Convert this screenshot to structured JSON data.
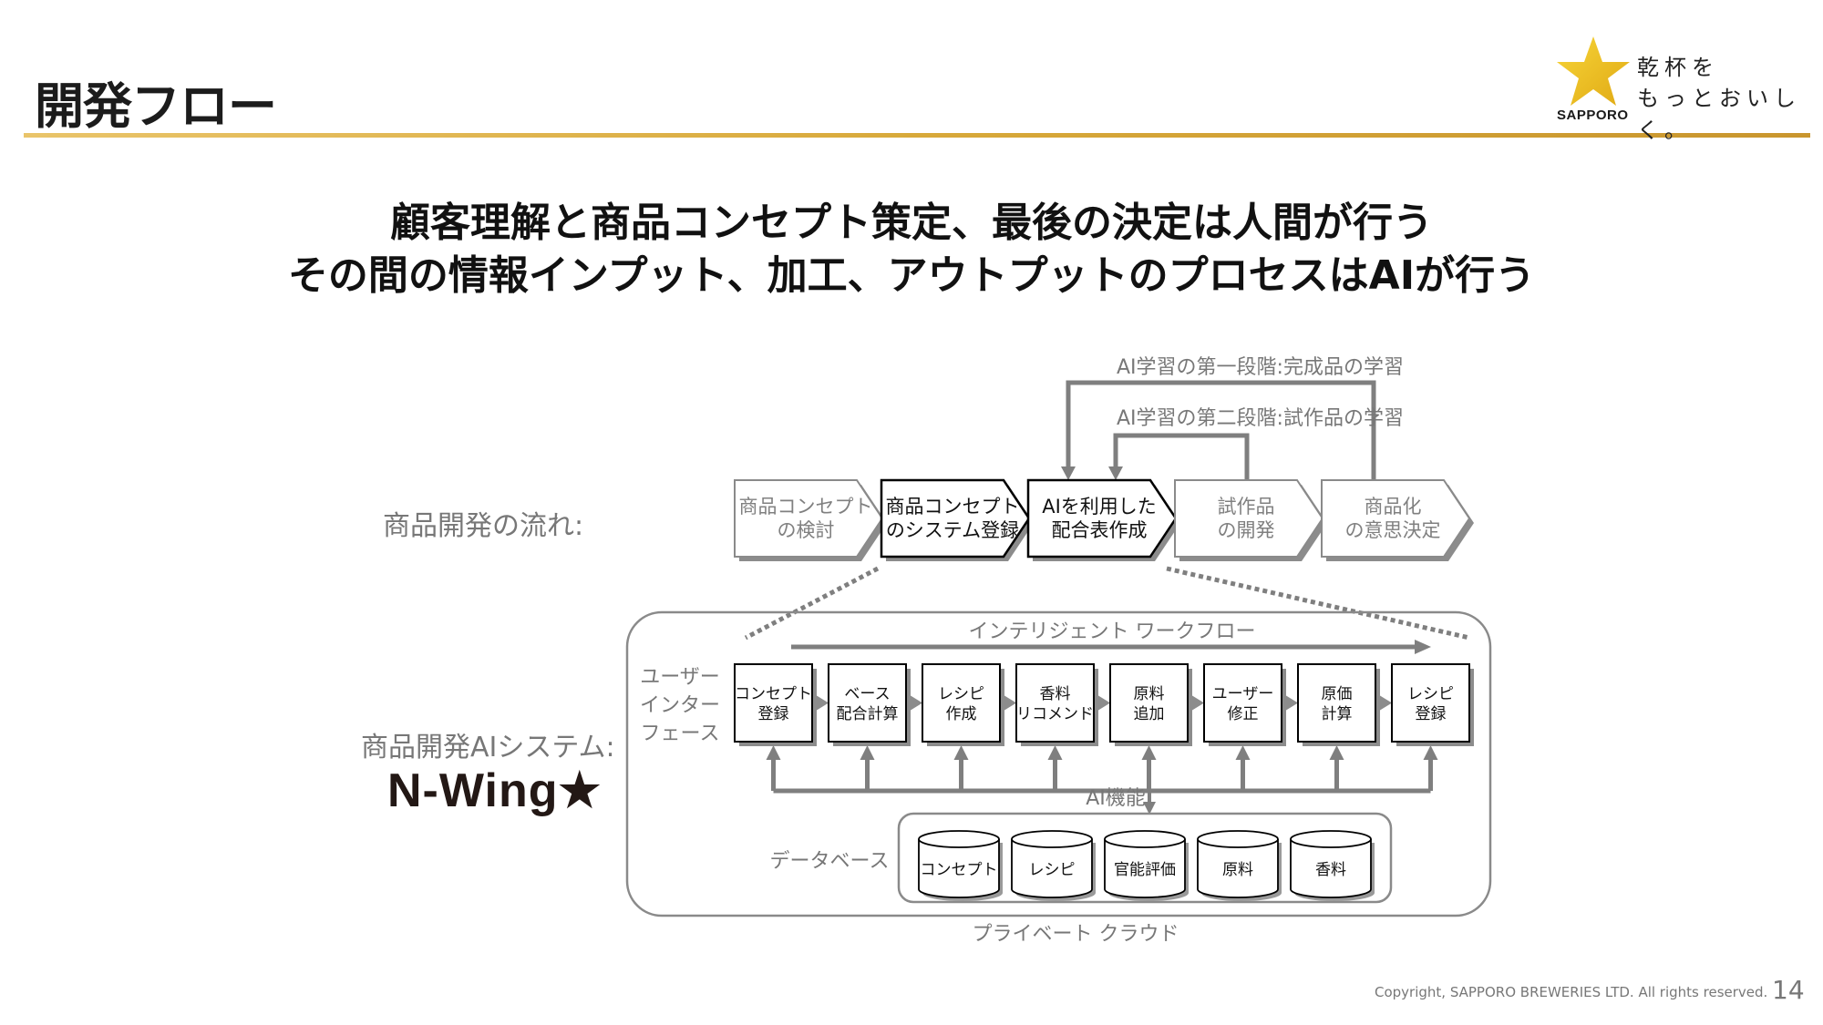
{
  "header": {
    "title": "開発フロー",
    "logo": {
      "brand": "SAPPORO",
      "tagline_line1": "乾杯を",
      "tagline_line2": "もっとおいしく。",
      "star_color": "#F2C21B"
    },
    "accent_color": "#D8A93A"
  },
  "headline": {
    "line1": "顧客理解と商品コンセプト策定、最後の決定は人間が行う",
    "line2": "その間の情報インプット、加工、アウトプットのプロセスはAIが行う"
  },
  "flow": {
    "label": "商品開発の流れ:",
    "feedback_loops": [
      {
        "label": "AI学習の第一段階:完成品の学習",
        "from": "商品化の意思決定",
        "to": "AIを利用した配合表作成"
      },
      {
        "label": "AI学習の第二段階:試作品の学習",
        "from": "試作品の開発",
        "to": "AIを利用した配合表作成"
      }
    ],
    "steps": [
      {
        "line1": "商品コンセプト",
        "line2": "の検討",
        "active": false
      },
      {
        "line1": "商品コンセプト",
        "line2": "のシステム登録",
        "active": true
      },
      {
        "line1": "AIを利用した",
        "line2": "配合表作成",
        "active": true
      },
      {
        "line1": "試作品",
        "line2": "の開発",
        "active": false
      },
      {
        "line1": "商品化",
        "line2": "の意思決定",
        "active": false
      }
    ]
  },
  "system": {
    "label": "商品開発AIシステム:",
    "name": "N-Wing★",
    "cloud_label": "プライベート クラウド",
    "workflow_label": "インテリジェント ワークフロー",
    "ui_label": [
      "ユーザー",
      "インター",
      "フェース"
    ],
    "workflow_steps": [
      {
        "line1": "コンセプト",
        "line2": "登録"
      },
      {
        "line1": "ベース",
        "line2": "配合計算"
      },
      {
        "line1": "レシピ",
        "line2": "作成"
      },
      {
        "line1": "香料",
        "line2": "リコメンド"
      },
      {
        "line1": "原料",
        "line2": "追加"
      },
      {
        "line1": "ユーザー",
        "line2": "修正"
      },
      {
        "line1": "原価",
        "line2": "計算"
      },
      {
        "line1": "レシピ",
        "line2": "登録"
      }
    ],
    "ai_label": "AI機能",
    "database_label": "データベース",
    "databases": [
      "コンセプト",
      "レシピ",
      "官能評価",
      "原料",
      "香料"
    ]
  },
  "footer": {
    "copyright": "Copyright, SAPPORO BREWERIES LTD. All rights reserved.",
    "page_number": "14"
  }
}
